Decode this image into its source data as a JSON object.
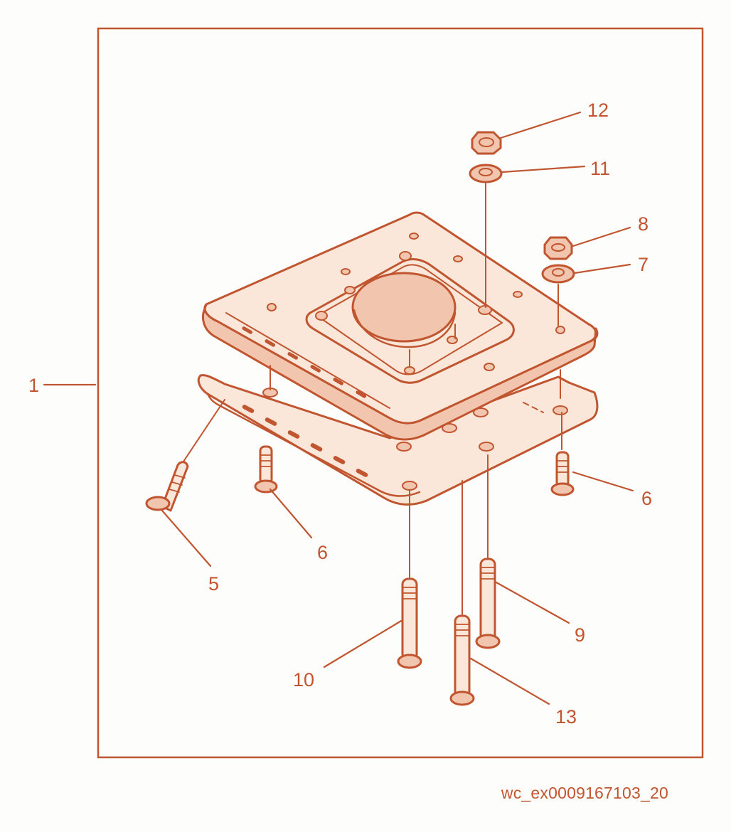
{
  "colors": {
    "ink": "#c0552f",
    "fill": "#fbe7da",
    "fill_dark": "#f2c6ae",
    "background": "#fdfdfb"
  },
  "diagram": {
    "reference_code": "wc_ex0009167103_20",
    "callouts": {
      "c1": "1",
      "c5": "5",
      "c6_left": "6",
      "c6_right": "6",
      "c7": "7",
      "c8": "8",
      "c9": "9",
      "c10": "10",
      "c11": "11",
      "c12": "12",
      "c13": "13"
    }
  }
}
